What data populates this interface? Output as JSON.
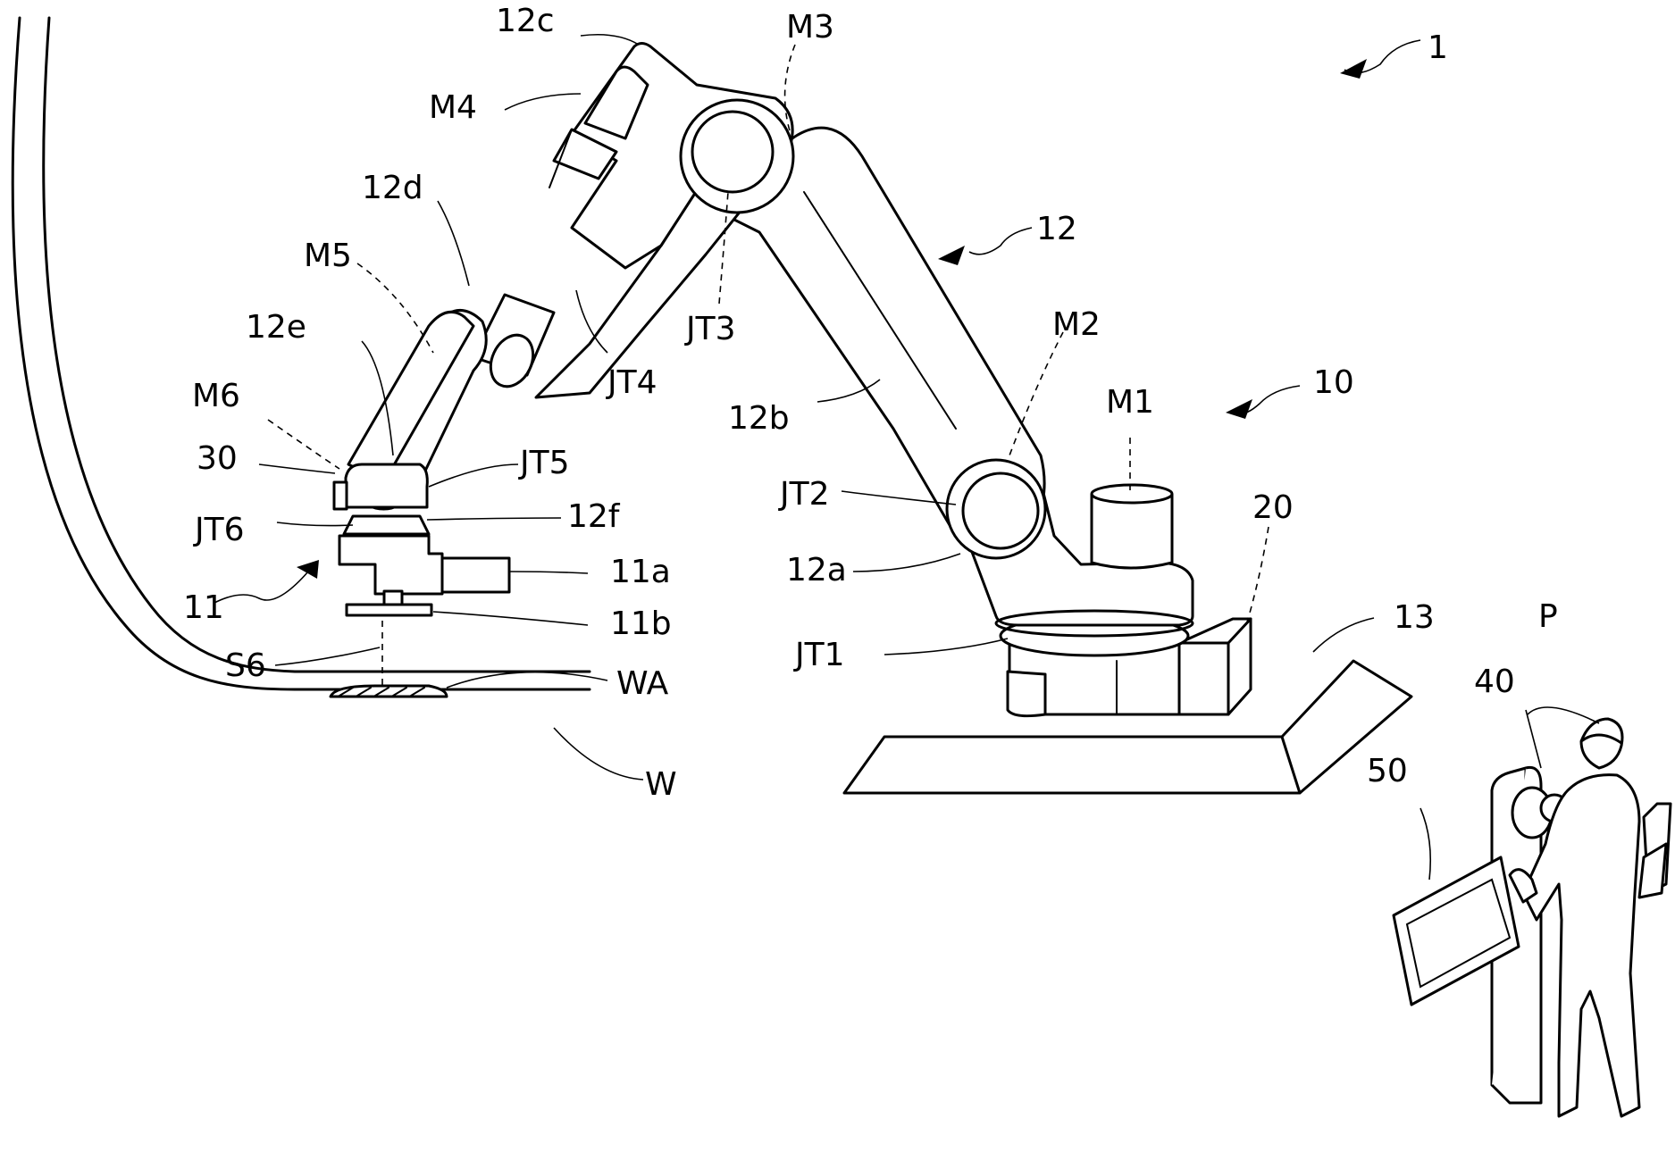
{
  "labels": {
    "system": "1",
    "robot": "10",
    "end_effector": "11",
    "end_effector_a": "11a",
    "end_effector_b": "11b",
    "arm": "12",
    "link_a": "12a",
    "link_b": "12b",
    "link_c": "12c",
    "link_d": "12d",
    "link_e": "12e",
    "link_f": "12f",
    "base": "13",
    "control_device": "20",
    "camera": "30",
    "operation_input": "40",
    "display": "50",
    "motor_1": "M1",
    "motor_2": "M2",
    "motor_3": "M3",
    "motor_4": "M4",
    "motor_5": "M5",
    "motor_6": "M6",
    "joint_1": "JT1",
    "joint_2": "JT2",
    "joint_3": "JT3",
    "joint_4": "JT4",
    "joint_5": "JT5",
    "joint_6": "JT6",
    "axis_s6": "S6",
    "workpiece": "W",
    "work_area": "WA",
    "person": "P"
  }
}
